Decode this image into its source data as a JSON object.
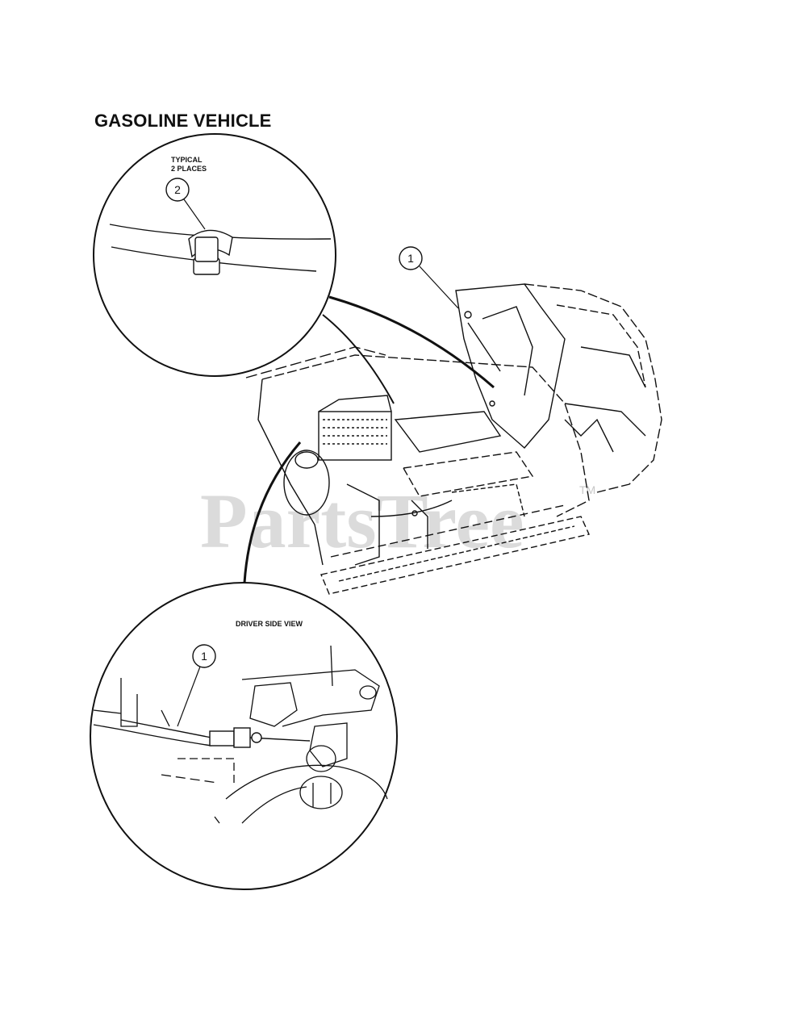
{
  "title": "GASOLINE VEHICLE",
  "detail_top": {
    "note_line1": "TYPICAL",
    "note_line2": "2 PLACES",
    "callout": "2"
  },
  "main_view": {
    "callout": "1"
  },
  "detail_bottom": {
    "label": "DRIVER SIDE VIEW",
    "callout": "1"
  },
  "watermark": {
    "text": "PartsTree",
    "tm": "TM"
  }
}
